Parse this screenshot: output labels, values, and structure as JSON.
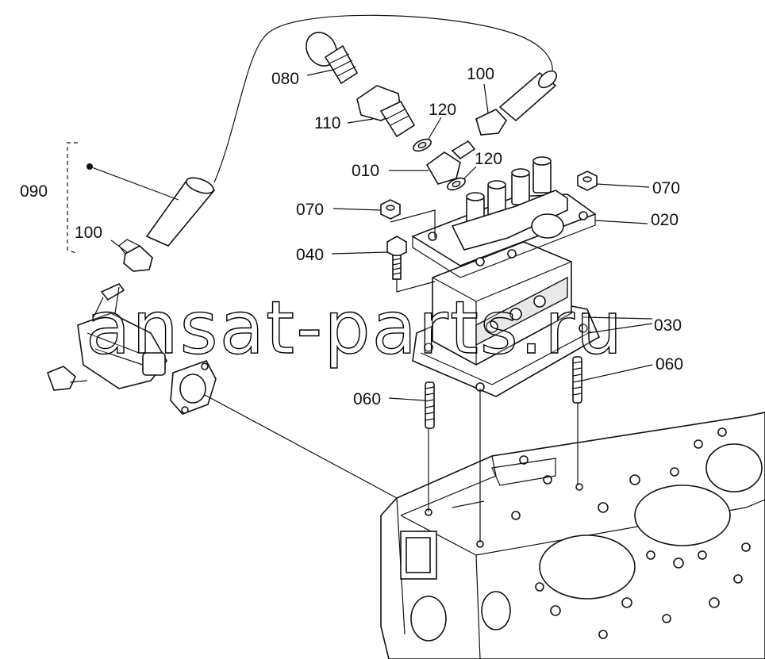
{
  "diagram": {
    "labels": {
      "p010": "010",
      "p020": "020",
      "p030": "030",
      "p040": "040",
      "p060_left": "060",
      "p060_right": "060",
      "p070_left": "070",
      "p070_right": "070",
      "p080": "080",
      "p090": "090",
      "p100_left": "100",
      "p100_top": "100",
      "p110": "110",
      "p120_top": "120",
      "p120_mid": "120"
    },
    "watermark": "ansat-parts.ru"
  }
}
